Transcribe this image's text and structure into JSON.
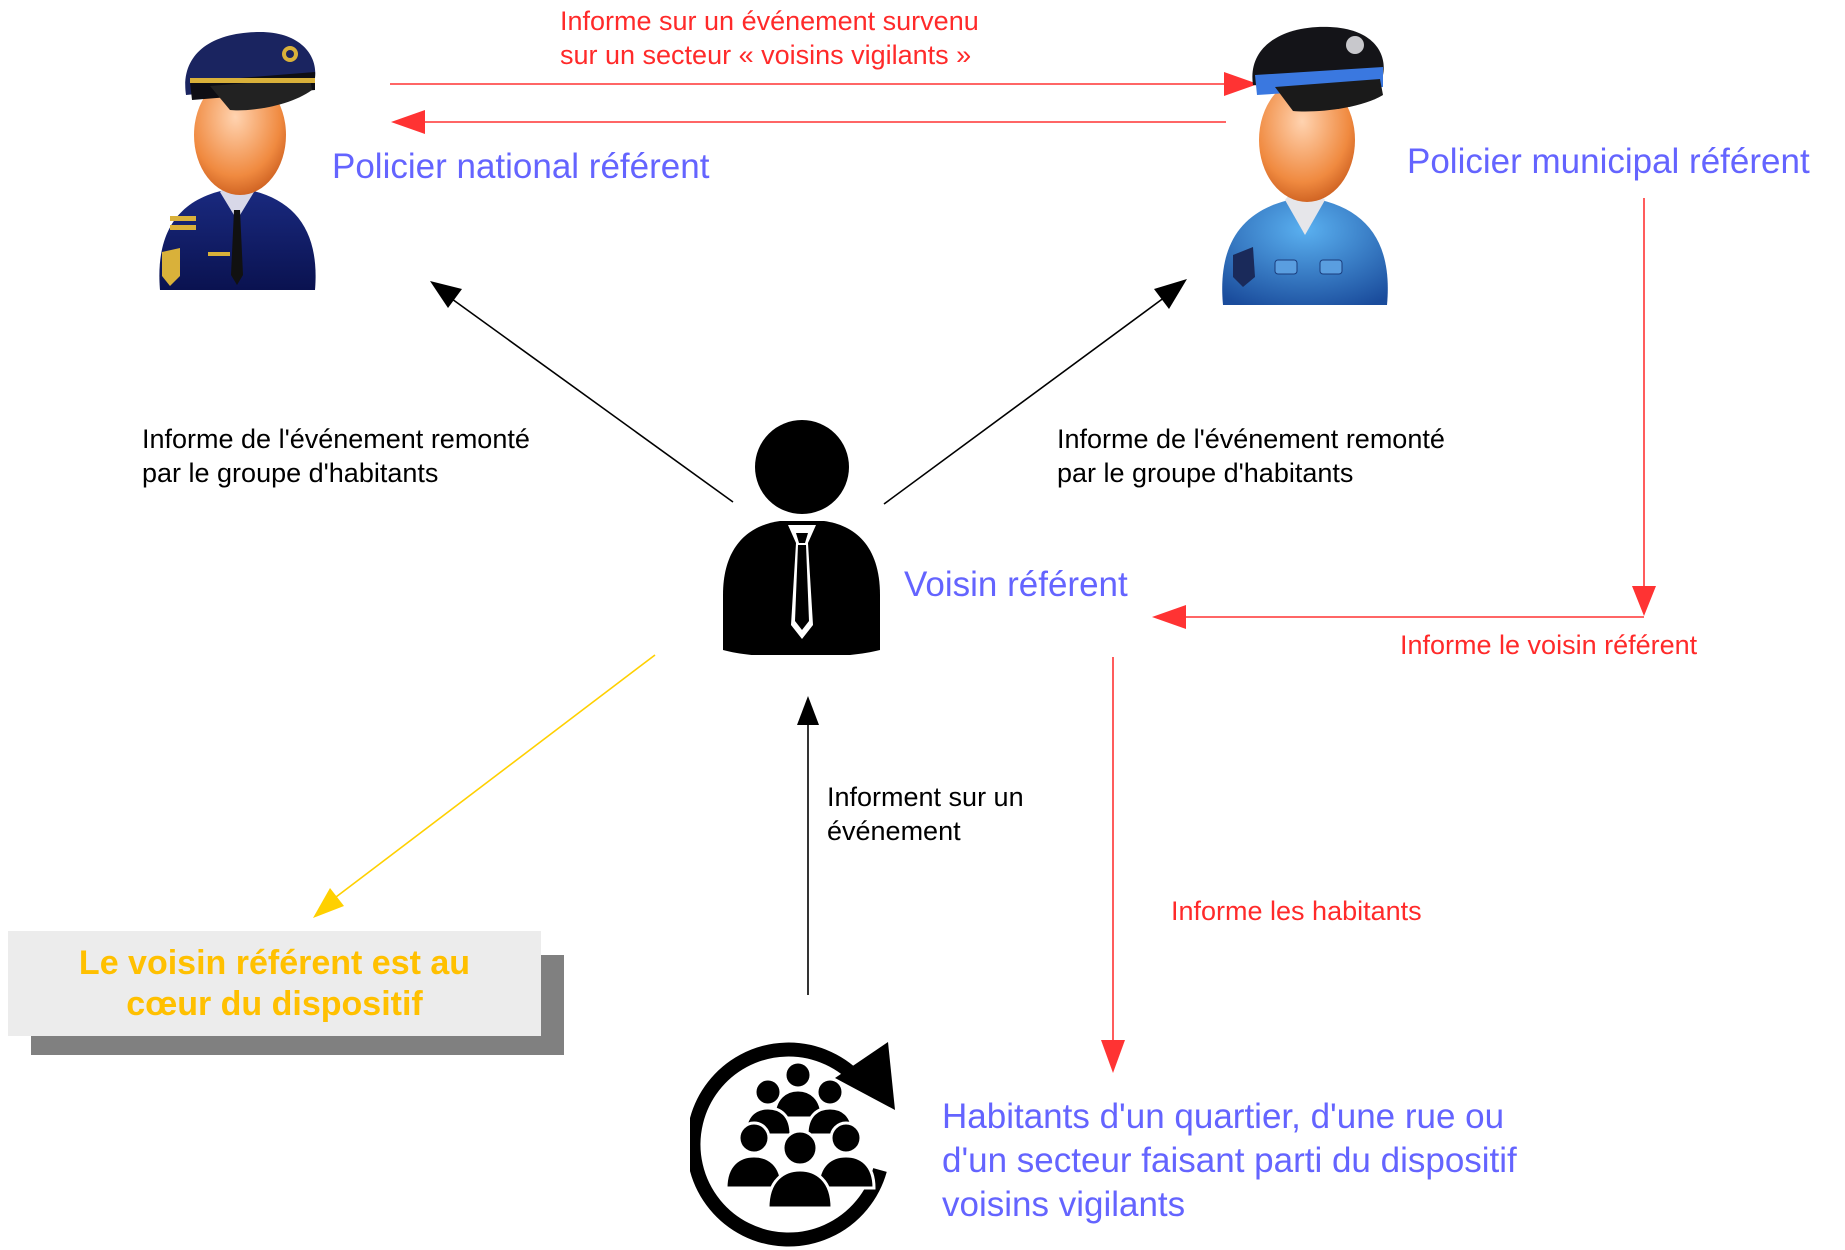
{
  "nodes": {
    "national": {
      "label": "Policier national référent"
    },
    "municipal": {
      "label": "Policier municipal référent"
    },
    "voisin": {
      "label": "Voisin référent"
    },
    "habitants": {
      "label": "Habitants d'un quartier, d'une rue ou\nd'un secteur faisant parti du dispositif\nvoisins vigilants"
    }
  },
  "edges": {
    "national_municipal": "Informe sur un événement survenu\nsur un secteur « voisins vigilants »",
    "voisin_national": "Informe de l'événement remonté\npar le groupe d'habitants",
    "voisin_municipal": "Informe de l'événement remonté\npar le groupe d'habitants",
    "municipal_voisin": "Informe le voisin référent",
    "habitants_voisin": "Informent sur un\névénement",
    "voisin_habitants": "Informe les habitants"
  },
  "callout": {
    "text": "Le voisin référent est au\ncœur du dispositif"
  },
  "colors": {
    "node_label": "#6464ff",
    "police_flow": "#ff3333",
    "citizen_flow": "#000000",
    "callout_accent": "#ffc000"
  }
}
